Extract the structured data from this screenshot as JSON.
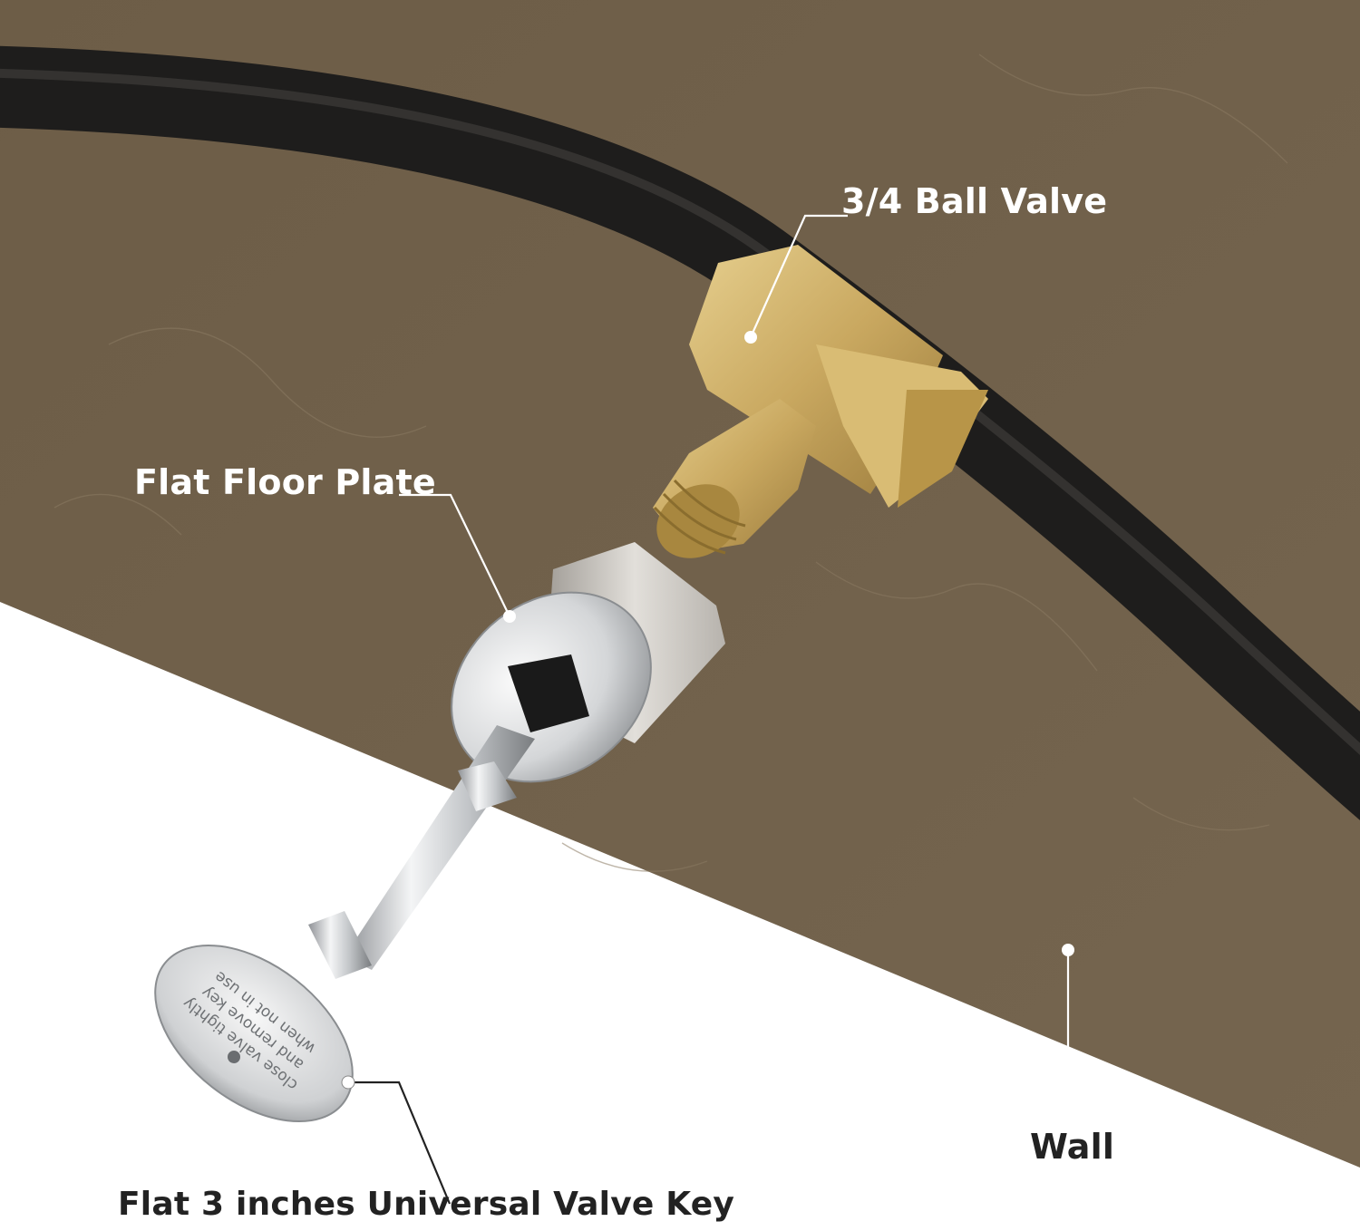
{
  "labels": {
    "ball_valve": "3/4 Ball Valve",
    "floor_plate": "Flat Floor Plate",
    "wall": "Wall",
    "valve_key": "Flat 3 inches Universal Valve Key"
  },
  "key_engraving": [
    "close valve tightly",
    "and remove key",
    "when not in use"
  ],
  "colors": {
    "wall": "#6f5e48",
    "floor": "#ffffff",
    "hose": "#1e1d1c",
    "brass": "#c9a860",
    "chrome": "#d6d8da",
    "label_on_wall": "#ffffff",
    "label_on_floor": "#222222"
  }
}
